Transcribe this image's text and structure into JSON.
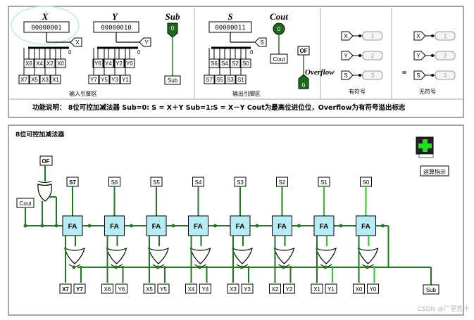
{
  "top": {
    "x_label": "X",
    "y_label": "Y",
    "sub_label": "Sub",
    "s_label": "S",
    "cout_label": "Cout",
    "x_value": "00000001",
    "y_value": "00000010",
    "s_value": "00000011",
    "sub_value": "0",
    "cout_value": "0",
    "of_value": "0",
    "overflow_label": "Overflow",
    "input_area_caption": "输入引脚区",
    "output_area_caption": "输出引脚区",
    "signed_caption": "有符号",
    "unsigned_caption": "无符号",
    "x_bits": [
      "X6",
      "X4",
      "X2",
      "X0"
    ],
    "x_bits_low": [
      "X7",
      "X5",
      "X3",
      "X1"
    ],
    "y_bits": [
      "Y6",
      "Y4",
      "Y2",
      "Y0"
    ],
    "y_bits_low": [
      "Y7",
      "Y5",
      "Y3",
      "Y1"
    ],
    "s_bits": [
      "S6",
      "S4",
      "S2",
      "S0"
    ],
    "s_bits_low": [
      "S7",
      "S5",
      "S3",
      "S1"
    ],
    "pin_x": "X",
    "pin_y": "Y",
    "pin_s": "S",
    "pin_sub": "Sub",
    "pin_cout": "Cout",
    "pin_of": "OF",
    "signed_pins": [
      {
        "name": "X",
        "val": "1"
      },
      {
        "name": "Y",
        "val": "2"
      },
      {
        "name": "S",
        "val": "3"
      }
    ],
    "unsigned_pins": [
      {
        "name": "X",
        "val": "1"
      },
      {
        "name": "Y",
        "val": "2"
      },
      {
        "name": "S",
        "val": "3"
      }
    ],
    "equals_sign": "=",
    "bit_index": "0",
    "description": "功能说明：   8位可控加减法器   Sub=0: S = X＋Y  Sub=1:S = X－Y   Cout为最高位进位位，Overflow为有符号溢出标志"
  },
  "bottom": {
    "title": "8位可控加减法器",
    "of_label": "OF",
    "cout_label": "Cout",
    "fa_label": "FA",
    "s_outputs": [
      "S7",
      "S6",
      "S5",
      "S4",
      "S3",
      "S2",
      "S1",
      "S0"
    ],
    "x_inputs": [
      "X7",
      "X6",
      "X5",
      "X4",
      "X3",
      "X2",
      "X1",
      "X0"
    ],
    "y_inputs": [
      "Y7",
      "Y6",
      "Y5",
      "Y4",
      "Y3",
      "Y2",
      "Y1",
      "Y0"
    ],
    "sub_label": "Sub",
    "op_indicator": "运算指示"
  },
  "watermark": "CSDN @厂里苦汁",
  "colors": {
    "wire_dark": "#1f7a1f",
    "wire_bright": "#22cc22",
    "fa_fill": "#b5ecf5",
    "panel_border": "#888888",
    "led_on": "#1c6b1c"
  }
}
